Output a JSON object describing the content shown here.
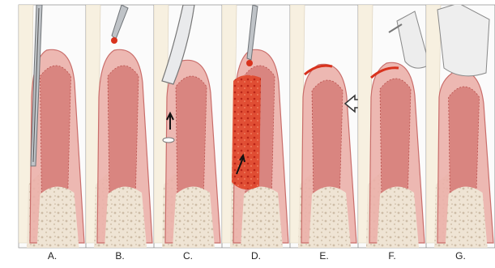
{
  "panels": [
    {
      "label": "A."
    },
    {
      "label": "B."
    },
    {
      "label": "C."
    },
    {
      "label": "D."
    },
    {
      "label": "E."
    },
    {
      "label": "F."
    },
    {
      "label": "G."
    }
  ],
  "colors": {
    "tissue": "#ebb0aa",
    "tissue_edge": "#c96d6a",
    "inner": "#d98580",
    "bone": "#efe4d4",
    "bone_dot": "#c9b9a3",
    "blood": "#d8321d",
    "tooth": "#f7f0e0",
    "instrument": "#bfc3c7"
  },
  "icons": [
    "curette-instrument",
    "laser-probe",
    "arrow-up",
    "outline-arrow-left",
    "wedge-instrument",
    "periodontal-dressing"
  ]
}
